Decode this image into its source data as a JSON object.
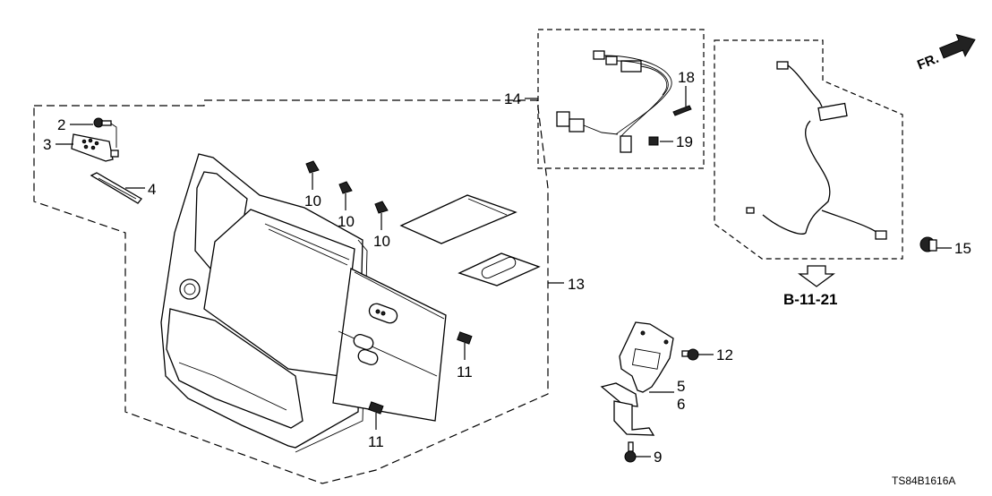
{
  "diagram": {
    "title_code": "TS84B1616A",
    "direction_label": "FR.",
    "reference_label": "B-11-21",
    "callouts": {
      "c2": "2",
      "c3": "3",
      "c4": "4",
      "c5": "5",
      "c6": "6",
      "c9": "9",
      "c10a": "10",
      "c10b": "10",
      "c10c": "10",
      "c11a": "11",
      "c11b": "11",
      "c12": "12",
      "c13": "13",
      "c14": "14",
      "c15": "15",
      "c18": "18",
      "c19": "19"
    },
    "colors": {
      "line": "#000000",
      "background": "#ffffff"
    }
  }
}
